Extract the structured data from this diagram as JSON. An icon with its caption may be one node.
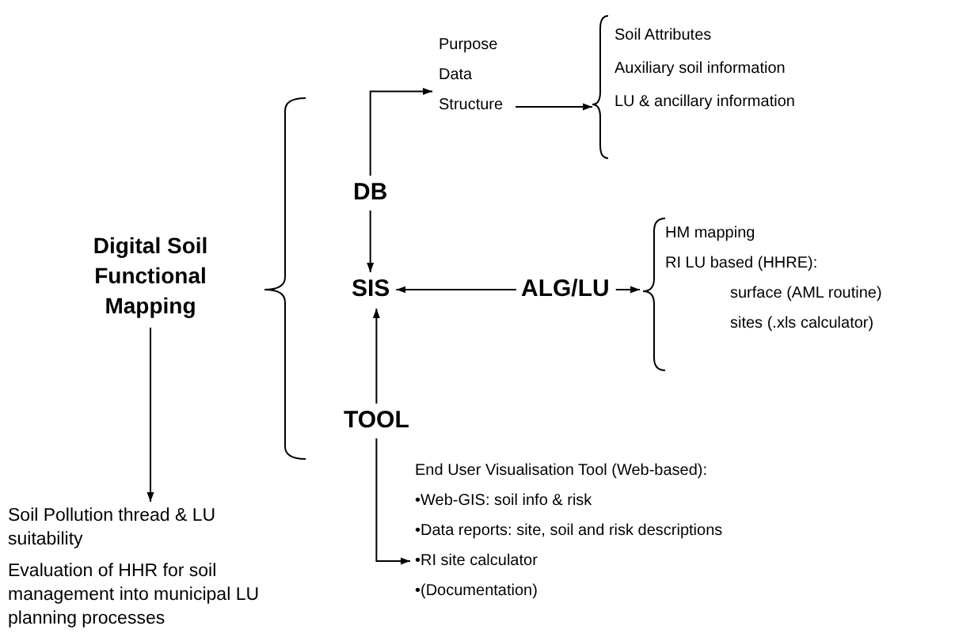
{
  "diagram": {
    "nodes": [
      {
        "text": [
          "Digital Soil Functional Mapping"
        ]
      },
      {
        "text": [
          "Purpose",
          "Data",
          "Structure"
        ]
      },
      {
        "text": [
          "Soil Attributes",
          "Auxiliary soil information",
          "LU & ancillary information"
        ]
      },
      {
        "text": [
          "DB"
        ]
      },
      {
        "text": [
          "SIS"
        ]
      },
      {
        "text": [
          "ALG/LU"
        ]
      },
      {
        "text": [
          "HM mapping",
          "RI LU based (HHRE):",
          "surface (AML routine)",
          "sites (.xls calculator)"
        ]
      },
      {
        "text": [
          "TOOL"
        ]
      },
      {
        "text": [
          "End User Visualisation Tool (Web-based):",
          "•Web-GIS: soil info & risk",
          "•Data reports: site, soil and risk descriptions",
          "•RI site calculator",
          "•(Documentation)"
        ]
      },
      {
        "text": [
          "Soil Pollution thread & LU suitability",
          "Evaluation of HHR for soil management into municipal LU planning processes"
        ]
      }
    ],
    "edges": [
      {
        "from": 3,
        "to": 1,
        "arrow": "to"
      },
      {
        "from": 1,
        "to": 2,
        "arrow": "to"
      },
      {
        "from": 3,
        "to": 4,
        "arrow": "to"
      },
      {
        "from": 5,
        "to": 4,
        "arrow": "to"
      },
      {
        "from": 5,
        "to": 6,
        "arrow": "to"
      },
      {
        "from": 7,
        "to": 4,
        "arrow": "to"
      },
      {
        "from": 7,
        "to": 8,
        "arrow": "to"
      },
      {
        "from": 0,
        "to": 9,
        "arrow": "to"
      }
    ]
  }
}
